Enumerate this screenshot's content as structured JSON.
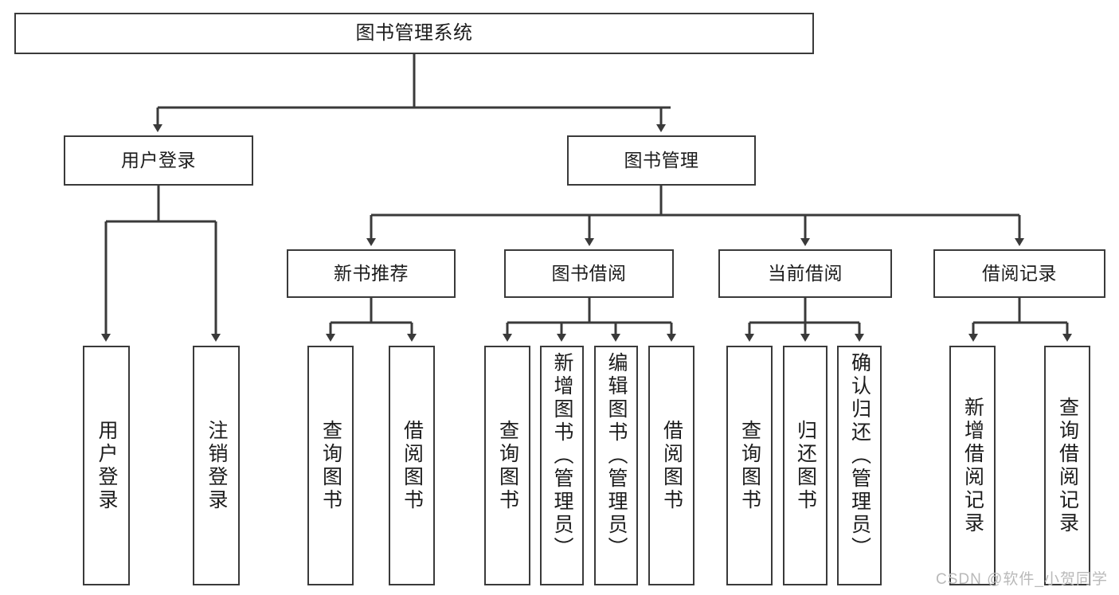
{
  "diagram": {
    "title": "图书管理系统",
    "type": "tree-structure-diagram",
    "line_color": "#3a3a3a",
    "box_fill": "#ffffff",
    "text_color": "#1c1c1c"
  },
  "nodes": {
    "root": {
      "label": "图书管理系统"
    },
    "level1": [
      {
        "label": "用户登录"
      },
      {
        "label": "图书管理"
      }
    ],
    "level2": [
      {
        "label": "新书推荐"
      },
      {
        "label": "图书借阅"
      },
      {
        "label": "当前借阅"
      },
      {
        "label": "借阅记录"
      }
    ],
    "leaves": {
      "user_login": [
        {
          "label": "用户登录"
        },
        {
          "label": "注销登录"
        }
      ],
      "new_book_recommend": [
        {
          "label": "查询图书"
        },
        {
          "label": "借阅图书"
        }
      ],
      "book_borrow": [
        {
          "label": "查询图书"
        },
        {
          "label": "新增图书（管理员）"
        },
        {
          "label": "编辑图书（管理员）"
        },
        {
          "label": "借阅图书"
        }
      ],
      "current_borrow": [
        {
          "label": "查询图书"
        },
        {
          "label": "归还图书"
        },
        {
          "label": "确认归还（管理员）"
        }
      ],
      "borrow_record": [
        {
          "label": "新增借阅记录"
        },
        {
          "label": "查询借阅记录"
        }
      ]
    }
  },
  "watermark": {
    "text": "CSDN @软件_小贺同学"
  }
}
